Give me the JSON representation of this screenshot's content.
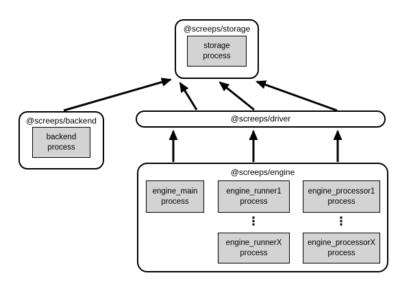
{
  "nodes": {
    "storage": {
      "title": "@screeps/storage",
      "process": "storage\nprocess"
    },
    "backend": {
      "title": "@screeps/backend",
      "process": "backend\nprocess"
    },
    "driver": {
      "title": "@screeps/driver"
    },
    "engine": {
      "title": "@screeps/engine",
      "processes": {
        "main": "engine_main\nprocess",
        "runner1": "engine_runner1\nprocess",
        "runnerX": "engine_runnerX\nprocess",
        "processor1": "engine_processor1\nprocess",
        "processorX": "engine_processorX\nprocess"
      },
      "ellipsis": "⋮"
    }
  },
  "edges": [
    {
      "from": "@screeps/backend",
      "to": "@screeps/storage"
    },
    {
      "from": "@screeps/driver",
      "to": "@screeps/storage"
    },
    {
      "from": "@screeps/driver",
      "to": "@screeps/storage"
    },
    {
      "from": "@screeps/driver",
      "to": "@screeps/storage"
    },
    {
      "from": "@screeps/engine",
      "to": "@screeps/driver"
    },
    {
      "from": "@screeps/engine",
      "to": "@screeps/driver"
    },
    {
      "from": "@screeps/engine",
      "to": "@screeps/driver"
    }
  ],
  "colors": {
    "node_fill": "#ffffff",
    "process_fill": "#d3d3d3",
    "line": "#000000"
  }
}
